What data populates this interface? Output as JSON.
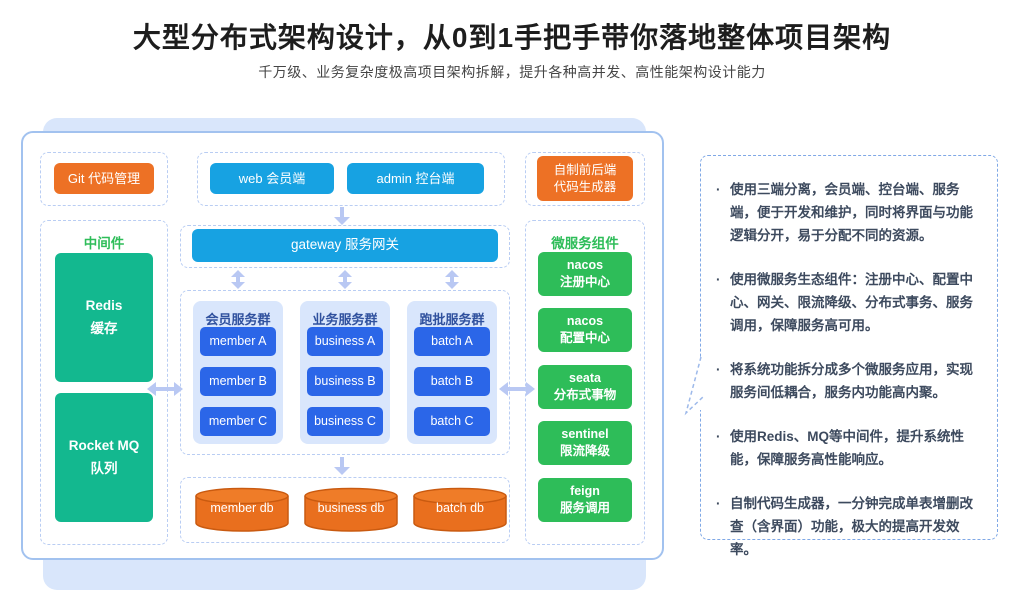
{
  "header": {
    "title": "大型分布式架构设计，从0到1手把手带你落地整体项目架构",
    "subtitle": "千万级、业务复杂度极高项目架构拆解，提升各种高并发、高性能架构设计能力"
  },
  "diagram": {
    "git": "Git 代码管理",
    "web": "web 会员端",
    "admin": "admin 控台端",
    "codegen": {
      "line1": "自制前后端",
      "line2": "代码生成器"
    },
    "middleware_title": "中间件",
    "redis": {
      "line1": "Redis",
      "line2": "缓存"
    },
    "mq": {
      "line1": "Rocket MQ",
      "line2": "队列"
    },
    "gateway": "gateway 服务网关",
    "groups": [
      {
        "title": "会员服务群",
        "items": [
          "member A",
          "member B",
          "member C"
        ]
      },
      {
        "title": "业务服务群",
        "items": [
          "business A",
          "business B",
          "business C"
        ]
      },
      {
        "title": "跑批服务群",
        "items": [
          "batch A",
          "batch B",
          "batch C"
        ]
      }
    ],
    "micro_title": "微服务组件",
    "micro_items": [
      {
        "line1": "nacos",
        "line2": "注册中心"
      },
      {
        "line1": "nacos",
        "line2": "配置中心"
      },
      {
        "line1": "seata",
        "line2": "分布式事物"
      },
      {
        "line1": "sentinel",
        "line2": "限流降级"
      },
      {
        "line1": "feign",
        "line2": "服务调用"
      }
    ],
    "dbs": [
      "member db",
      "business db",
      "batch db"
    ]
  },
  "notes": {
    "bullet": "·",
    "items": [
      "使用三端分离，会员端、控台端、服务端，便于开发和维护，同时将界面与功能逻辑分开，易于分配不同的资源。",
      "使用微服务生态组件：注册中心、配置中心、网关、限流降级、分布式事务、服务调用，保障服务高可用。",
      "将系统功能拆分成多个微服务应用，实现服务间低耦合，服务内功能高内聚。",
      "使用Redis、MQ等中间件，提升系统性能，保障服务高性能响应。",
      "自制代码生成器，一分钟完成单表增删改查（含界面）功能，极大的提高开发效率。"
    ]
  },
  "colors": {
    "orange": "#ed7125",
    "sky_blue": "#17a2e2",
    "royal_blue": "#2b66e8",
    "green": "#2ebd59",
    "teal": "#13b88f",
    "arrow": "#b9c8f3",
    "card_border": "#a2c2ef",
    "backdrop": "#d9e6fb"
  }
}
